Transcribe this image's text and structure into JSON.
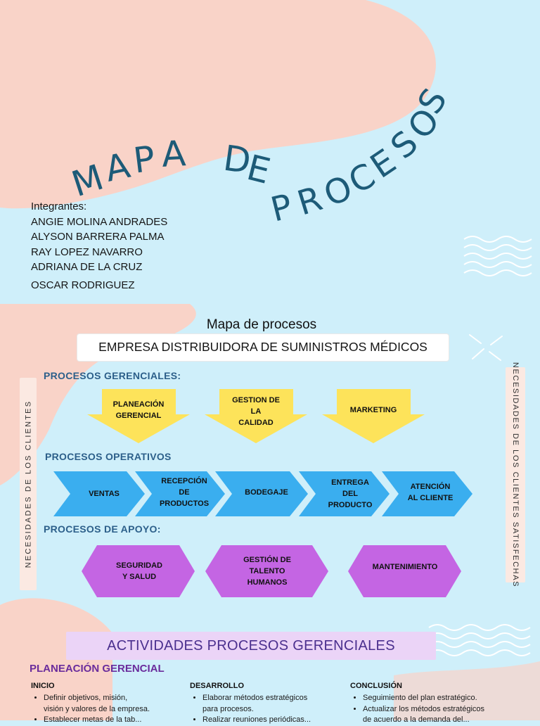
{
  "title": {
    "word1": "MAPA",
    "word2": "DE",
    "word3": "PROCESOS"
  },
  "members": {
    "label": "Integrantes:",
    "names": [
      "ANGIE MOLINA ANDRADES",
      "ALYSON BARRERA PALMA",
      "RAY LOPEZ NAVARRO",
      "ADRIANA DE LA CRUZ",
      "OSCAR RODRIGUEZ"
    ]
  },
  "map": {
    "title": "Mapa de procesos",
    "company": "EMPRESA DISTRIBUIDORA DE SUMINISTROS MÉDICOS",
    "left_label": "NECESIDADES DE LOS CLIENTES",
    "right_label": "NECESIDADES DE LOS CLIENTES SATISFECHAS",
    "gerenciales": {
      "label": "PROCESOS GERENCIALES:",
      "items": [
        "PLANEACIÓN\nGERENCIAL",
        "GESTION DE\nLA\nCALIDAD",
        "MARKETING"
      ]
    },
    "operativos": {
      "label": "PROCESOS OPERATIVOS",
      "items": [
        "VENTAS",
        "RECEPCIÓN\nDE\nPRODUCTOS",
        "BODEGAJE",
        "ENTREGA\nDEL\nPRODUCTO",
        "ATENCIÓN\nAL CLIENTE"
      ]
    },
    "apoyo": {
      "label": "PROCESOS DE APOYO:",
      "items": [
        "SEGURIDAD\nY SALUD",
        "GESTIÓN DE\nTALENTO\nHUMANOS",
        "MANTENIMIENTO"
      ]
    }
  },
  "activities": {
    "banner": "ACTIVIDADES PROCESOS GERENCIALES",
    "section_title": "PLANEACIÓN GERENCIAL",
    "columns": [
      {
        "heading": "INICIO",
        "items": [
          "Definir objetivos, misión,\nvisión y valores de la empresa.",
          "Establecer metas de la tab..."
        ]
      },
      {
        "heading": "DESARROLLO",
        "items": [
          "Elaborar métodos estratégicos\npara procesos.",
          "Realizar reuniones periódicas..."
        ]
      },
      {
        "heading": "CONCLUSIÓN",
        "items": [
          "Seguimiento del plan estratégico.",
          "Actualizar los métodos estratégicos\nde acuerdo a la demanda del..."
        ]
      }
    ]
  },
  "colors": {
    "background": "#cfeffa",
    "peach": "#f9d3c8",
    "title_blue": "#1d5b78",
    "yellow_arrows": "#fde35a",
    "blue_chevrons": "#3aaeef",
    "purple_hexagons": "#c465e3",
    "section_blue": "#2c5f8a",
    "purple_text": "#6a2c9c"
  }
}
